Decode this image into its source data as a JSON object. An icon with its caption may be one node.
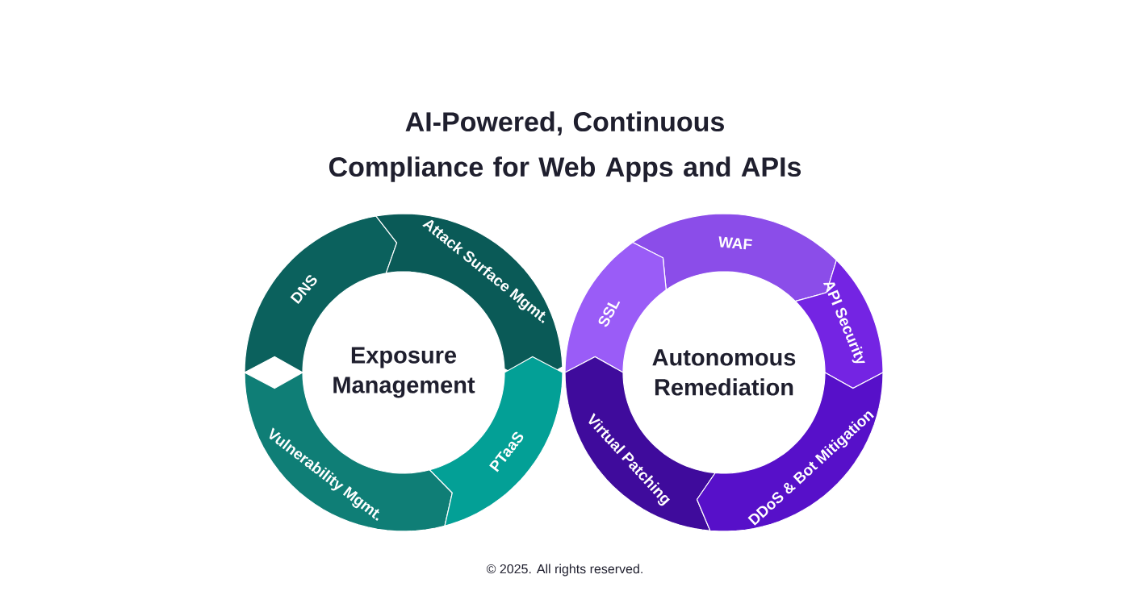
{
  "diagram": {
    "title": "AI-Powered, Continuous Compliance for Web Apps and APIs",
    "nodes": [
      {
        "text": [
          "DNS"
        ]
      },
      {
        "text": [
          "Attack Surface Mgmt."
        ]
      },
      {
        "text": [
          "Exposure Management"
        ]
      },
      {
        "text": [
          "Vulnerability Mgmt."
        ]
      },
      {
        "text": [
          "PTaaS"
        ]
      },
      {
        "text": [
          "WAF"
        ]
      },
      {
        "text": [
          "SSL"
        ]
      },
      {
        "text": [
          "API Security"
        ]
      },
      {
        "text": [
          "Autonomous Remediation"
        ]
      },
      {
        "text": [
          "Virtual Patching"
        ]
      },
      {
        "text": [
          "DDoS & Bot Mitigation"
        ]
      }
    ],
    "labels": [
      "© 2025. All rights reserved."
    ]
  }
}
